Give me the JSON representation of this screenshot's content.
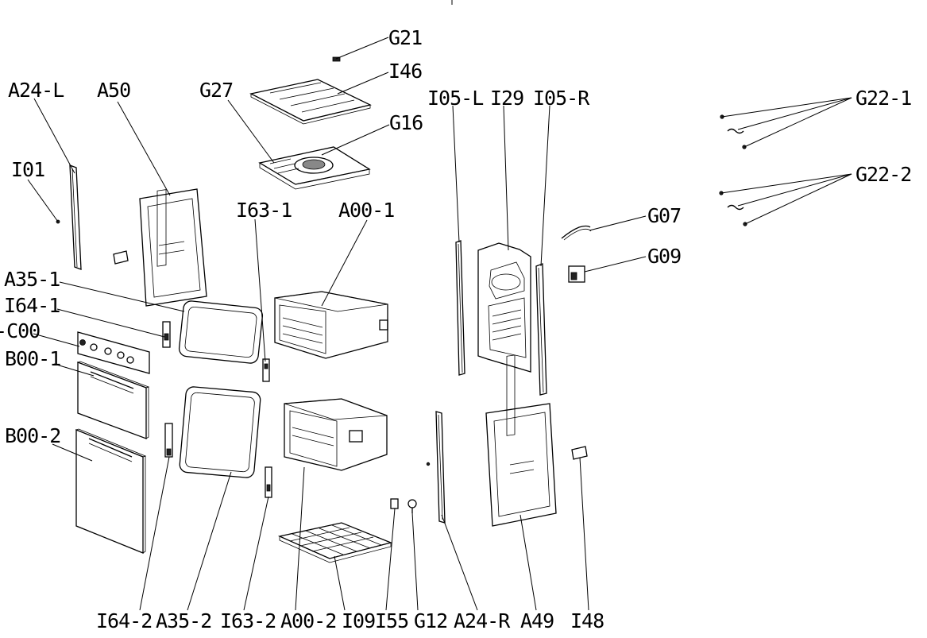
{
  "diagram": {
    "labels": [
      "G21",
      "I46",
      "G16",
      "G27",
      "A24-L",
      "A50",
      "I01",
      "I63-1",
      "A00-1",
      "A35-1",
      "I64-1",
      "C00",
      "B00-1",
      "B00-2",
      "I05-L",
      "I29",
      "I05-R",
      "G22-1",
      "G22-2",
      "G07",
      "G09",
      "I64-2",
      "A35-2",
      "I63-2",
      "A00-2",
      "I09",
      "I55",
      "G12",
      "A24-R",
      "A49",
      "I48"
    ]
  }
}
